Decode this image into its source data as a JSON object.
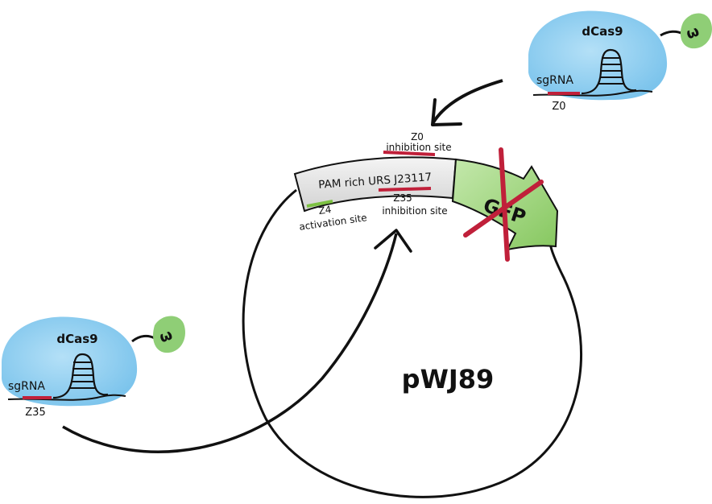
{
  "plasmid": {
    "name": "pWJ89"
  },
  "promoter": {
    "label": "PAM rich URS J23117"
  },
  "reporter": {
    "label": "GFP"
  },
  "sites": {
    "z0": {
      "name": "Z0",
      "desc": "inhibition site",
      "color": "#c0203a"
    },
    "z35": {
      "name": "Z35",
      "desc": "inhibition site",
      "color": "#c0203a"
    },
    "z4": {
      "name": "Z4",
      "desc": "activation site",
      "color": "#7cc142"
    }
  },
  "complex_top": {
    "protein": "dCas9",
    "guide": "sgRNA",
    "target": "Z0",
    "fusion": "ω"
  },
  "complex_bottom": {
    "protein": "dCas9",
    "guide": "sgRNA",
    "target": "Z35",
    "fusion": "ω"
  },
  "colors": {
    "dcas9_fill": "#8dcdf0",
    "omega_fill": "#8fce76",
    "gfp_fill": "#a6d98a",
    "promoter_fill": "#e8e8e8",
    "cross": "#c0203a"
  }
}
